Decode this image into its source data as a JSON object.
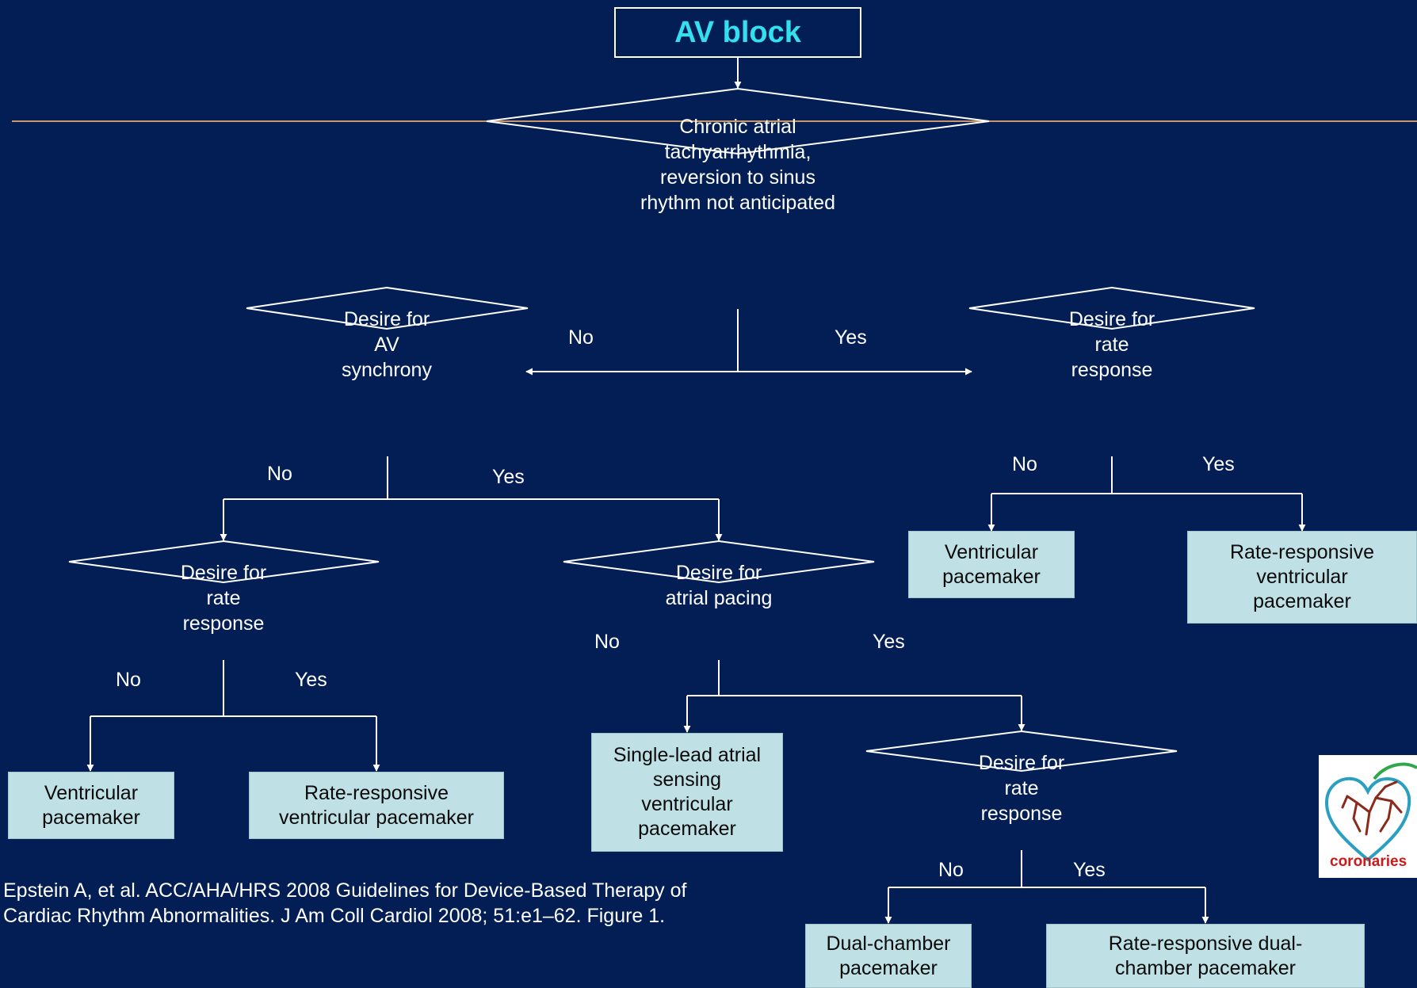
{
  "diagram": {
    "title": "AV block",
    "decisions": {
      "chronic": "Chronic atrial\ntachyarrhythmia,\nreversion  to sinus\nrhythm not anticipated",
      "av_synchrony": "Desire for\nAV\nsynchrony",
      "rate_response_right": "Desire for\nrate\nresponse",
      "rate_response_left": "Desire for\nrate\nresponse",
      "atrial_pacing": "Desire for\natrial pacing",
      "rate_response_bottom": "Desire for\nrate\nresponse"
    },
    "branch_labels": {
      "top_no": "No",
      "top_yes": "Yes",
      "right_no": "No",
      "right_yes": "Yes",
      "av_no": "No",
      "av_yes": "Yes",
      "left_rate_no": "No",
      "left_rate_yes": "Yes",
      "atrial_no": "No",
      "atrial_yes": "Yes",
      "bottom_rate_no": "No",
      "bottom_rate_yes": "Yes"
    },
    "outcomes": {
      "right_ventricular": "Ventricular\npacemaker",
      "right_rate_ventricular": "Rate-responsive\nventricular\npacemaker",
      "left_ventricular": "Ventricular\npacemaker",
      "left_rate_ventricular": "Rate-responsive\nventricular pacemaker",
      "single_lead": "Single-lead atrial\nsensing\nventricular\npacemaker",
      "dual_chamber": "Dual-chamber\npacemaker",
      "rate_dual_chamber": "Rate-responsive dual-\nchamber pacemaker"
    },
    "citation": "Epstein A, et al. ACC/AHA/HRS 2008 Guidelines for Device-Based Therapy of\nCardiac Rhythm Abnormalities. J Am Coll Cardiol 2008; 51:e1–62. Figure 1.",
    "logo_text": "coronaries"
  },
  "colors": {
    "background": "#021e55",
    "title_text": "#34e0f0",
    "outcome_fill": "#bfe1e6",
    "divider_line": "#c8966a",
    "line": "#ffffff"
  }
}
